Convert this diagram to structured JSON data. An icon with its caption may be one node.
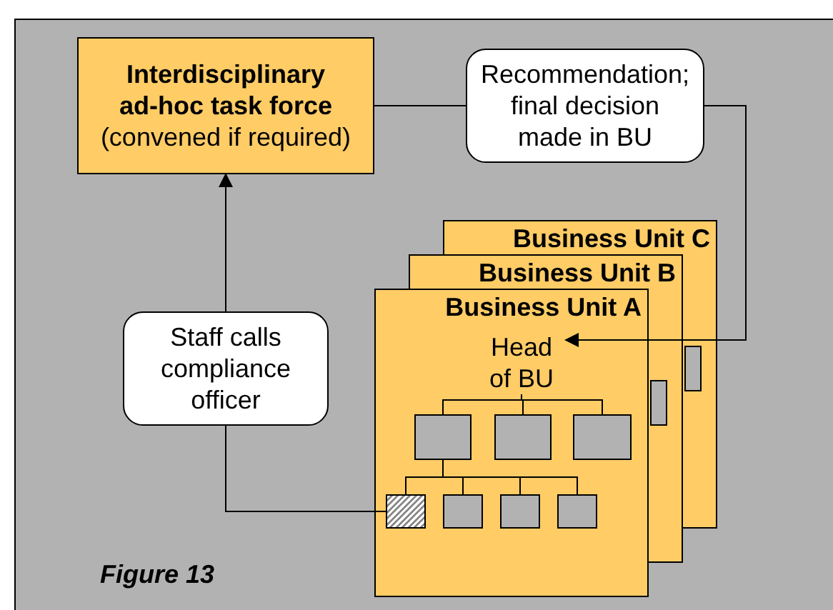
{
  "diagram": {
    "nodes": [
      {
        "text": [
          "Interdisciplinary ad-hoc task force",
          "(convened if required)"
        ]
      },
      {
        "text": [
          "Recommendation; final decision made in BU"
        ]
      },
      {
        "text": [
          "Business Unit C"
        ]
      },
      {
        "text": [],
        "shape": "box"
      },
      {
        "text": [
          "Business Unit B"
        ]
      },
      {
        "text": [],
        "shape": "box"
      },
      {
        "text": [
          "Business Unit A"
        ]
      },
      {
        "text": [
          "Head of BU"
        ],
        "in": 6
      },
      {
        "text": [],
        "shape": "box",
        "in": 6
      },
      {
        "text": [],
        "shape": "box",
        "in": 6
      },
      {
        "text": [],
        "shape": "box",
        "in": 6
      },
      {
        "text": [],
        "shape": "box",
        "in": 6
      },
      {
        "text": [],
        "shape": "box",
        "in": 6
      },
      {
        "text": [],
        "shape": "box",
        "in": 6
      },
      {
        "text": [],
        "shape": "box",
        "in": 6
      },
      {
        "text": [
          "Staff calls compliance officer"
        ]
      }
    ],
    "edges": [
      {
        "from": 0,
        "to": 1,
        "arrow": "none"
      },
      {
        "from": 1,
        "to": 7,
        "arrow": "to"
      },
      {
        "from": 15,
        "to": 0,
        "arrow": "to"
      },
      {
        "from": 11,
        "to": 15,
        "arrow": "none"
      },
      {
        "from": 7,
        "to": 8,
        "arrow": "none"
      },
      {
        "from": 7,
        "to": 9,
        "arrow": "none"
      },
      {
        "from": 7,
        "to": 10,
        "arrow": "none"
      },
      {
        "from": 8,
        "to": 11,
        "arrow": "none"
      },
      {
        "from": 8,
        "to": 12,
        "arrow": "none"
      },
      {
        "from": 8,
        "to": 13,
        "arrow": "none"
      },
      {
        "from": 8,
        "to": 14,
        "arrow": "none"
      }
    ],
    "labels": [
      "Figure 13"
    ]
  }
}
